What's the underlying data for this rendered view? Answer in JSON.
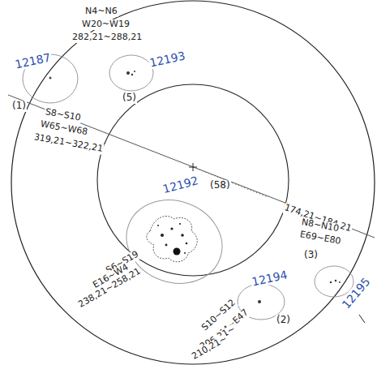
{
  "diagram": {
    "labels": [
      "12187",
      "(1)",
      "N4~N6",
      "W20~W19",
      "282,21~288,21",
      "12193",
      "(5)",
      "S8~S10",
      "W65~W68",
      "319,21~322,21",
      "12192",
      "(58)",
      "174,21~184,21",
      "N8~N10",
      "E69~E80",
      "(3)",
      "12195",
      "12194",
      "(2)",
      "S6~S19",
      "E16~W4",
      "238,21~258,21",
      "S10~S12",
      "E44~E47",
      "206,21~",
      "210,21~"
    ]
  }
}
